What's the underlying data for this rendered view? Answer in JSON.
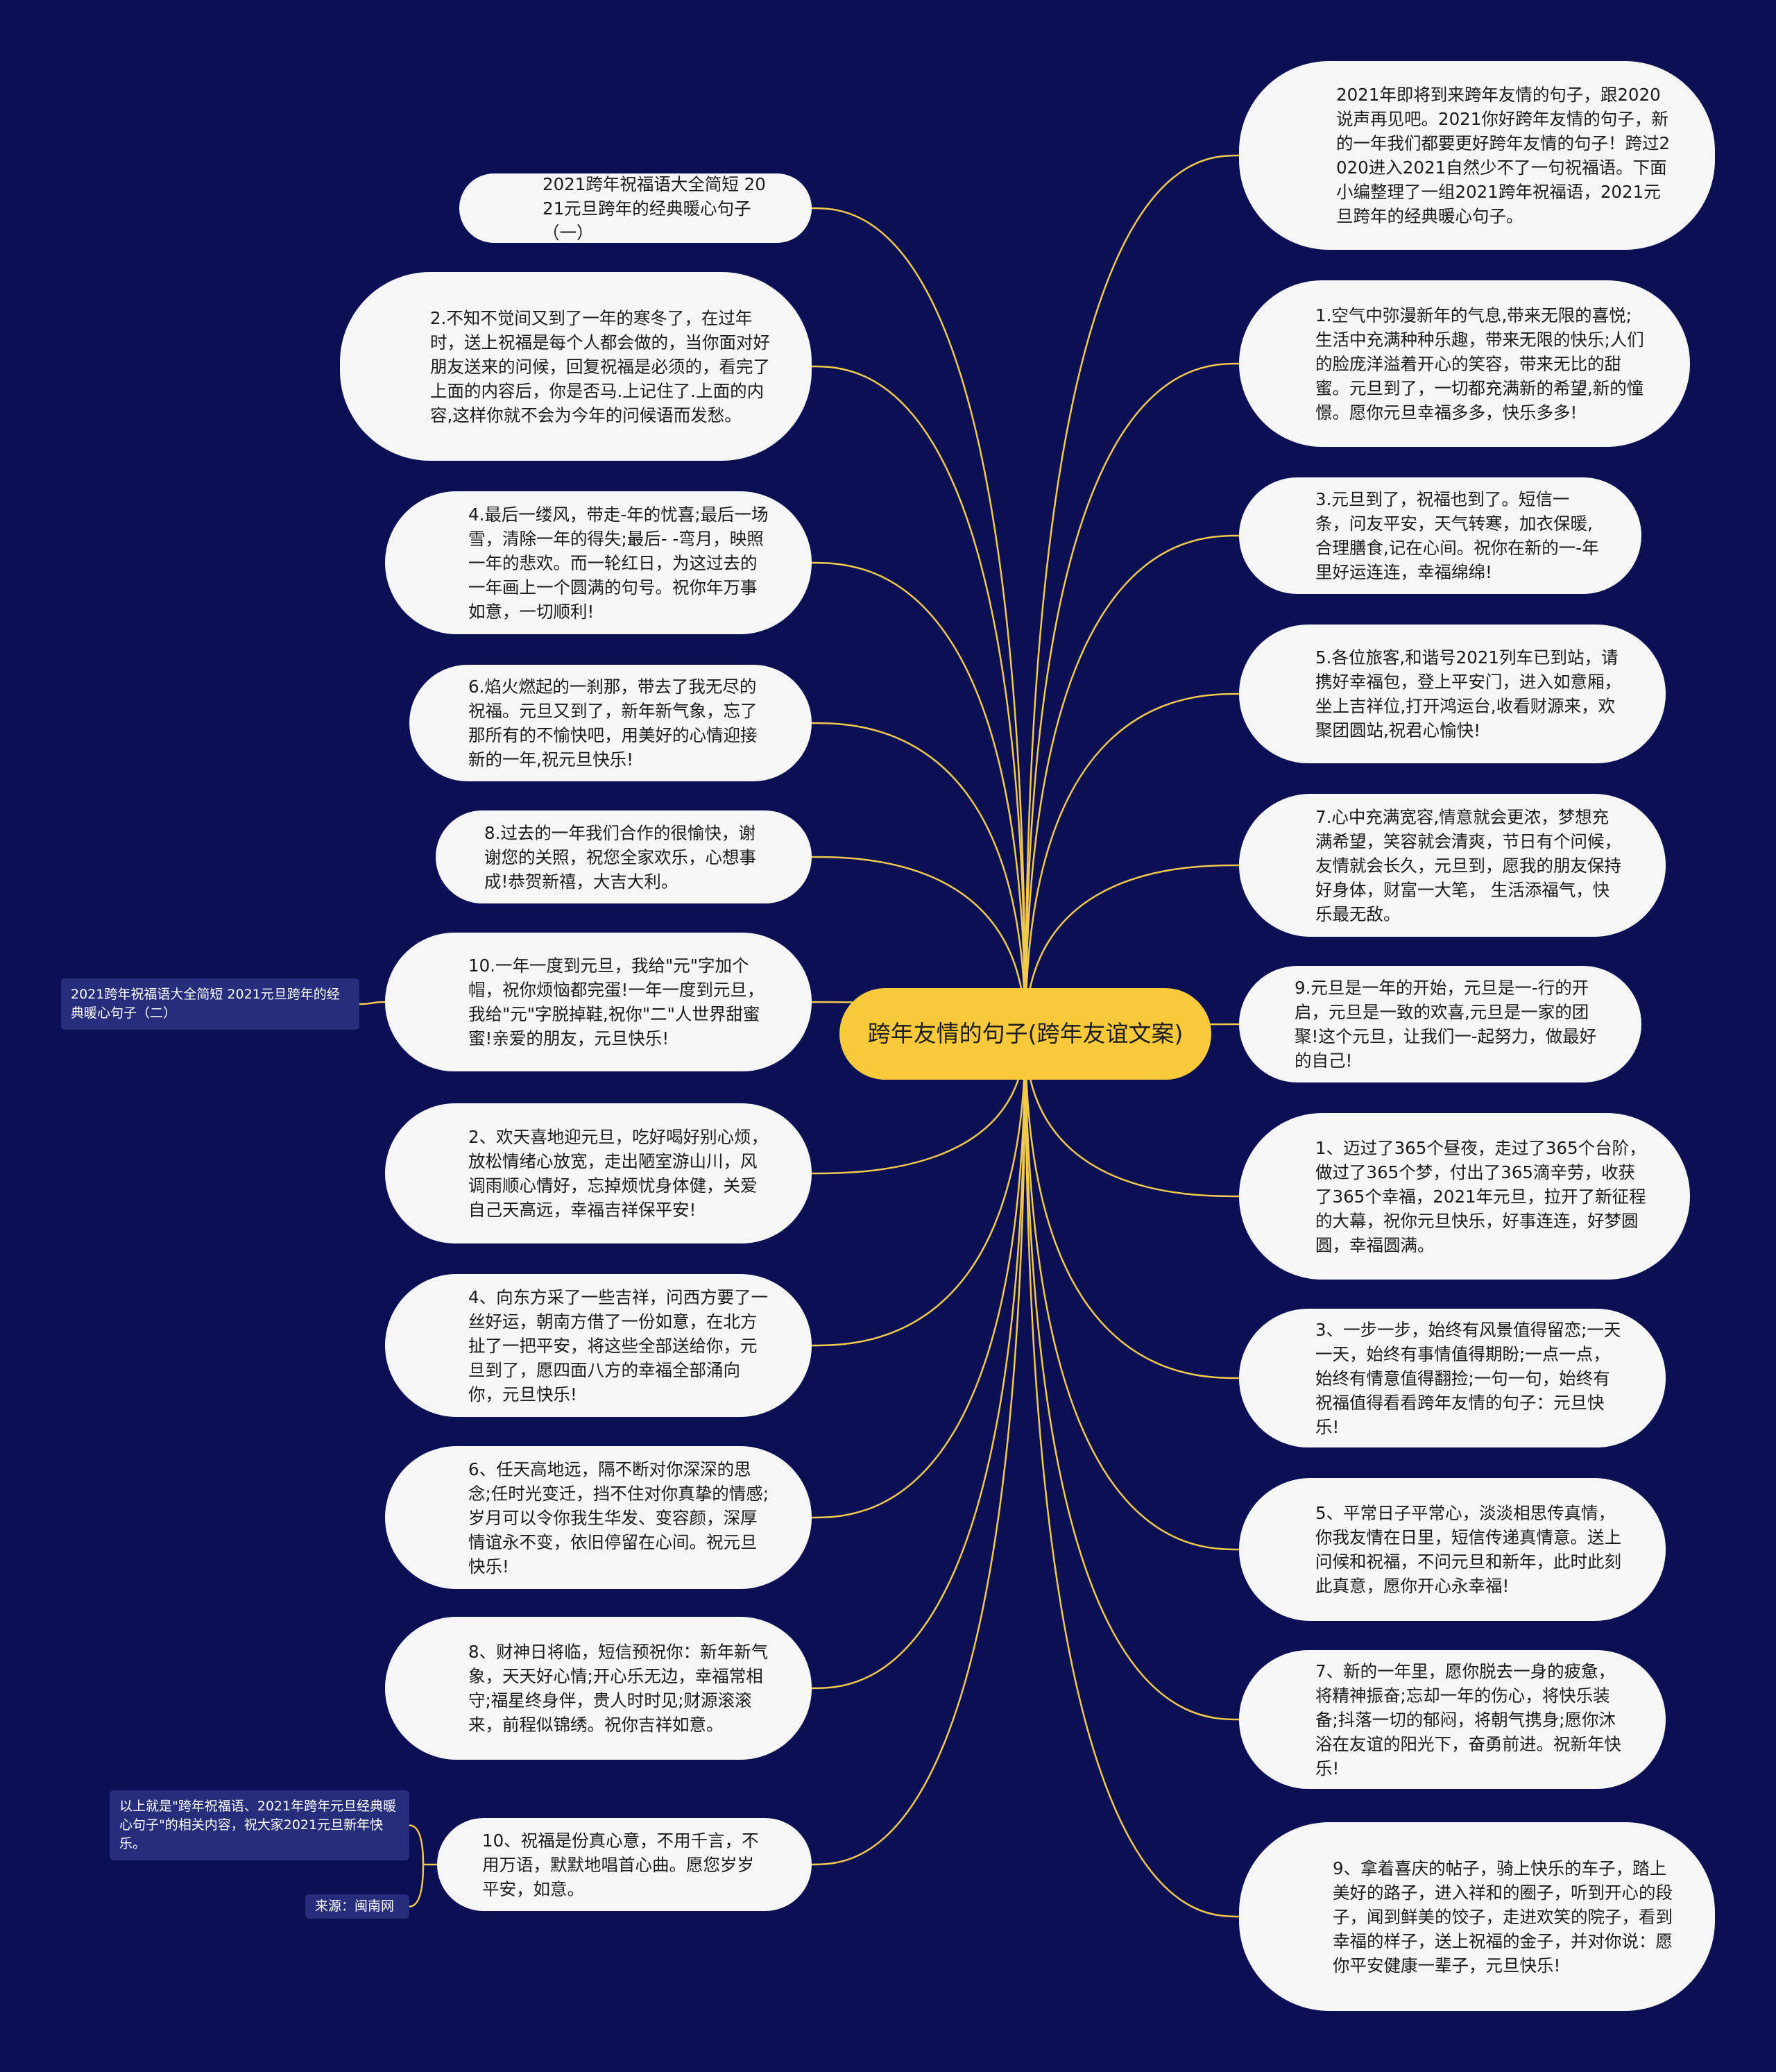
{
  "center": {
    "text": "跨年友情的句子(跨年友谊文案)"
  },
  "left_nodes": [
    {
      "text": "2021跨年祝福语大全简短 2021元旦跨年的经典暖心句子（一）"
    },
    {
      "text": "2.不知不觉间又到了一年的寒冬了，在过年时，送上祝福是每个人都会做的，当你面对好朋友送来的问候，回复祝福是必须的，看完了上面的内容后，你是否马.上记住了.上面的内容,这样你就不会为今年的问候语而发愁。"
    },
    {
      "text": "4.最后一缕风，带走-年的忧喜;最后一场雪，清除一年的得失;最后- -弯月，映照一年的悲欢。而一轮红日，为这过去的一年画上一个圆满的句号。祝你年万事如意，一切顺利!"
    },
    {
      "text": "6.焰火燃起的一刹那，带去了我无尽的祝福。元旦又到了，新年新气象，忘了那所有的不愉快吧，用美好的心情迎接新的一年,祝元旦快乐!"
    },
    {
      "text": "8.过去的一年我们合作的很愉快，谢谢您的关照，祝您全家欢乐，心想事成!恭贺新禧，大吉大利。"
    },
    {
      "text": "10.一年一度到元旦，我给\"元\"字加个帽，祝你烦恼都完蛋!一年一度到元旦，我给\"元\"字脱掉鞋,祝你\"二\"人世界甜蜜蜜!亲爱的朋友，元旦快乐!"
    },
    {
      "text": "2、欢天喜地迎元旦，吃好喝好别心烦，放松情绪心放宽，走出陋室游山川，风调雨顺心情好，忘掉烦忧身体健，关爱自己天高远，幸福吉祥保平安!"
    },
    {
      "text": "4、向东方采了一些吉祥，问西方要了一丝好运，朝南方借了一份如意，在北方扯了一把平安，将这些全部送给你，元旦到了，愿四面八方的幸福全部涌向你，元旦快乐!"
    },
    {
      "text": "6、任天高地远，隔不断对你深深的思念;任时光变迁，挡不住对你真挚的情感;岁月可以令你我生华发、变容颜，深厚情谊永不变，依旧停留在心间。祝元旦快乐!"
    },
    {
      "text": "8、财神日将临，短信预祝你：新年新气象，天天好心情;开心乐无边，幸福常相守;福星终身伴，贵人时时见;财源滚滚来，前程似锦绣。祝你吉祥如意。"
    },
    {
      "text": "10、祝福是份真心意，不用千言，不用万语，默默地唱首心曲。愿您岁岁平安，如意。"
    }
  ],
  "right_nodes": [
    {
      "text": "2021年即将到来跨年友情的句子，跟2020说声再见吧。2021你好跨年友情的句子，新的一年我们都要更好跨年友情的句子！跨过2020进入2021自然少不了一句祝福语。下面小编整理了一组2021跨年祝福语，2021元旦跨年的经典暖心句子。"
    },
    {
      "text": "1.空气中弥漫新年的气息,带来无限的喜悦;生活中充满种种乐趣，带来无限的快乐;人们的脸庞洋溢着开心的笑容，带来无比的甜蜜。元旦到了，一切都充满新的希望,新的憧憬。愿你元旦幸福多多，快乐多多!"
    },
    {
      "text": "3.元旦到了，祝福也到了。短信一条，问友平安，天气转寒，加衣保暖,合理膳食,记在心间。祝你在新的一-年里好运连连，幸福绵绵!"
    },
    {
      "text": "5.各位旅客,和谐号2021列车已到站，请携好幸福包，登上平安门，进入如意厢，坐上吉祥位,打开鸿运台,收看财源来，欢聚团圆站,祝君心愉快!"
    },
    {
      "text": "7.心中充满宽容,情意就会更浓，梦想充满希望，笑容就会清爽，节日有个问候，友情就会长久，元旦到，愿我的朋友保持好身体，财富一大笔，  生活添福气，快乐最无敌。"
    },
    {
      "text": "9.元旦是一年的开始，元旦是一-行的开启，元旦是一致的欢喜,元旦是一家的团聚!这个元旦，让我们一-起努力，做最好的自己!"
    },
    {
      "text": "1、迈过了365个昼夜，走过了365个台阶，做过了365个梦，付出了365滴辛劳，收获了365个幸福，2021年元旦，拉开了新征程的大幕，祝你元旦快乐，好事连连，好梦圆圆，幸福圆满。"
    },
    {
      "text": "3、一步一步，始终有风景值得留恋;一天一天，始终有事情值得期盼;一点一点，始终有情意值得翻捡;一句一句，始终有祝福值得看看跨年友情的句子：元旦快乐!"
    },
    {
      "text": "5、平常日子平常心，淡淡相思传真情，你我友情在日里，短信传递真情意。送上问候和祝福，不问元旦和新年，此时此刻此真意，愿你开心永幸福!"
    },
    {
      "text": "7、新的一年里，愿你脱去一身的疲惫，将精神振奋;忘却一年的伤心，将快乐装备;抖落一切的郁闷，将朝气携身;愿你沐浴在友谊的阳光下，奋勇前进。祝新年快乐!"
    },
    {
      "text": "9、拿着喜庆的帖子，骑上快乐的车子，踏上美好的路子，进入祥和的圈子，听到开心的段子，闻到鲜美的饺子，走进欢笑的院子，看到幸福的样子，送上祝福的金子，并对你说：愿你平安健康一辈子，元旦快乐!"
    }
  ],
  "side_notes": {
    "part_two": "2021跨年祝福语大全简短 2021元旦跨年的经典暖心句子（二）",
    "summary": "以上就是\"跨年祝福语、2021年跨年元旦经典暖心句子\"的相关内容，祝大家2021元旦新年快乐。",
    "source": "来源：闽南网"
  },
  "colors": {
    "background": "#0b1054",
    "center_fill": "#f9c93c",
    "node_fill": "#f6f6f6",
    "connector": "#f2c94c",
    "side_fill": "#262d7b"
  }
}
